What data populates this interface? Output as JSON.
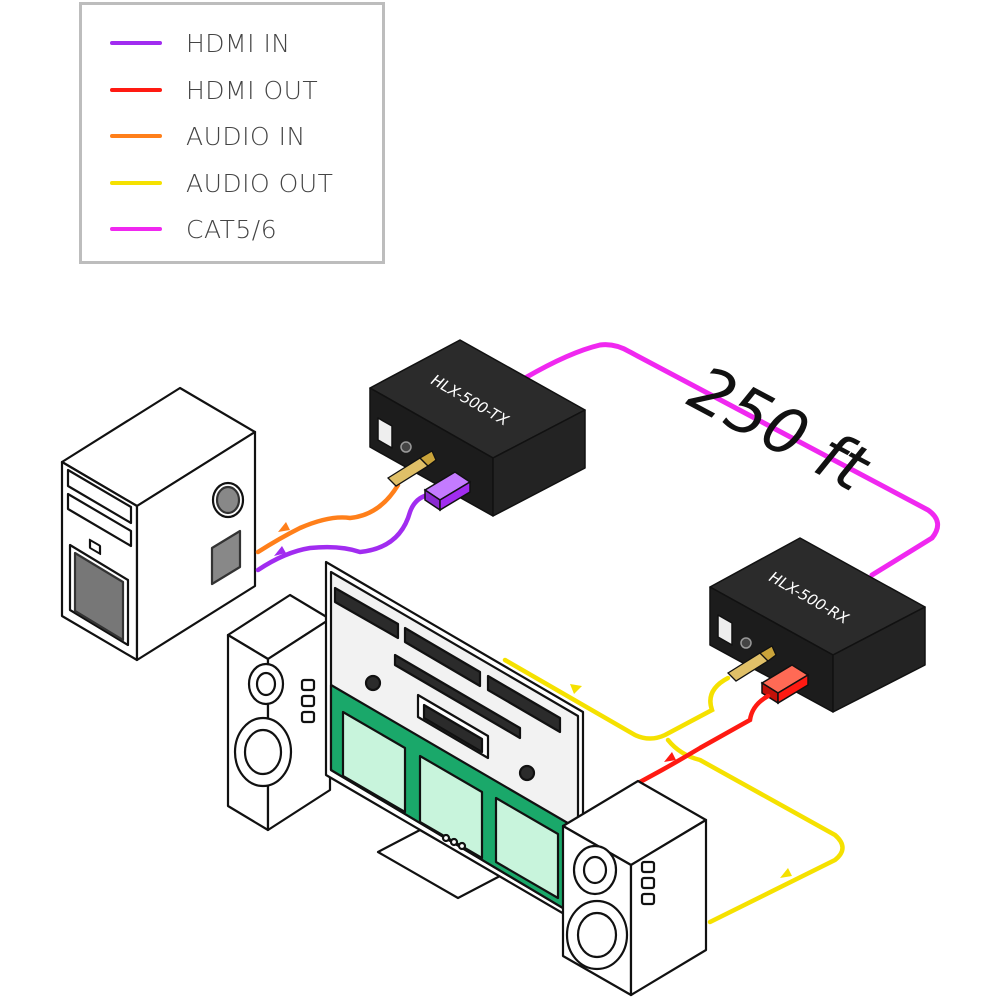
{
  "legend": {
    "items": [
      {
        "label": "HDMI IN",
        "color": "#a12cf0"
      },
      {
        "label": "HDMI OUT",
        "color": "#ff1a12"
      },
      {
        "label": "AUDIO IN",
        "color": "#ff7f1a"
      },
      {
        "label": "AUDIO OUT",
        "color": "#f5e100"
      },
      {
        "label": "CAT5/6",
        "color": "#f028f0"
      }
    ]
  },
  "devices": {
    "transmitter": {
      "label": "HLX-500-TX"
    },
    "receiver": {
      "label": "HLX-500-RX"
    }
  },
  "distance_label": "250 ft",
  "colors": {
    "screen_green": "#1aa86a",
    "device_body": "#2b2b2b"
  }
}
